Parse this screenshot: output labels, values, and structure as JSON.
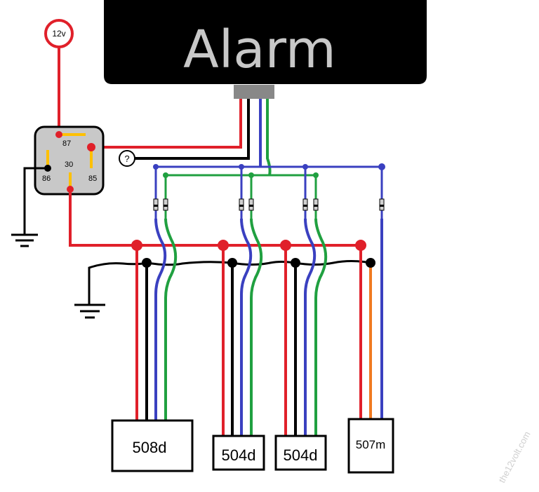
{
  "alarm": {
    "title": "Alarm"
  },
  "power": {
    "label": "12v"
  },
  "relay": {
    "pin87": "87",
    "pin30": "30",
    "pin86": "86",
    "pin85": "85"
  },
  "unknown": {
    "label": "?"
  },
  "modules": [
    {
      "label": "508d"
    },
    {
      "label": "504d"
    },
    {
      "label": "504d"
    },
    {
      "label": "507m"
    }
  ],
  "watermark": "the12volt.com",
  "colors": {
    "red": "#e0202a",
    "black": "#000000",
    "blue": "#3a40c0",
    "green": "#20a040",
    "orange": "#f07a20",
    "yellow": "#ffc000",
    "relay_body": "#c8c8c8",
    "alarm_body": "#000000",
    "connector": "#888888"
  }
}
